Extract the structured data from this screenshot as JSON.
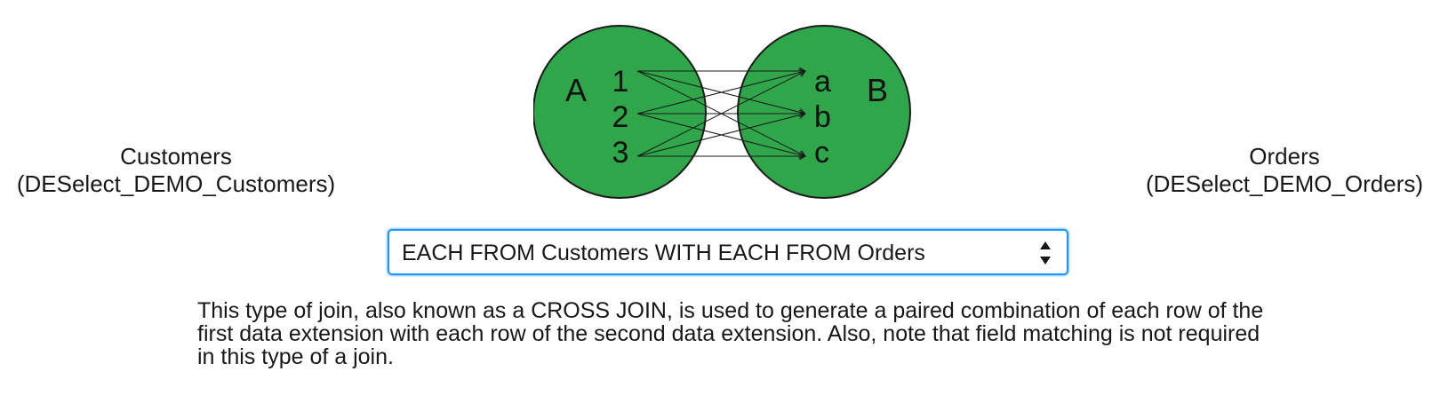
{
  "left_data_extension": {
    "name": "Customers",
    "technical_name": "(DESelect_DEMO_Customers)"
  },
  "right_data_extension": {
    "name": "Orders",
    "technical_name": "(DESelect_DEMO_Orders)"
  },
  "venn": {
    "set_a_label": "A",
    "set_b_label": "B",
    "set_a_items": [
      "1",
      "2",
      "3"
    ],
    "set_b_items": [
      "a",
      "b",
      "c"
    ],
    "fill_color": "#2fa64a",
    "stroke_color": "#1a1a1a"
  },
  "join_selector": {
    "selected_value": "EACH FROM Customers WITH EACH FROM Orders",
    "border_color": "#1b96ff"
  },
  "description": "This type of join, also known as a CROSS JOIN, is used to generate a paired combination of each row of the first data extension with each row of the second data extension. Also, note that field matching is not required in this type of a join."
}
